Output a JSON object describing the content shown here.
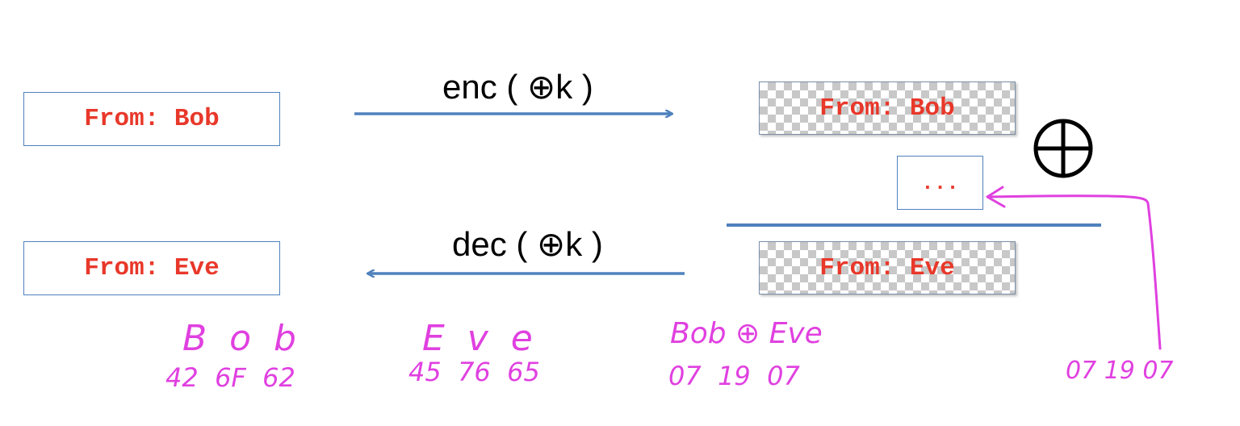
{
  "left_boxes": {
    "top": "From: Bob",
    "bottom": "From: Eve"
  },
  "right_boxes": {
    "top": "From: Bob",
    "middle": "...",
    "bottom": "From: Eve"
  },
  "operations": {
    "encrypt": "enc ( ⊕k )",
    "decrypt": "dec ( ⊕k )"
  },
  "xor_symbol": "⊕",
  "annotations": {
    "bob_letters": "B  o  b",
    "bob_hex": "42  6F  62",
    "eve_letters": "E  v  e",
    "eve_hex": "45  76  65",
    "xor_label": "Bob ⊕ Eve",
    "xor_hex": "07  19  07",
    "patch_hex": "07 19 07"
  },
  "colors": {
    "box_border": "#4f81bd",
    "box_text": "#e8382a",
    "arrow": "#4f81bd",
    "handwriting": "#e040e0"
  }
}
